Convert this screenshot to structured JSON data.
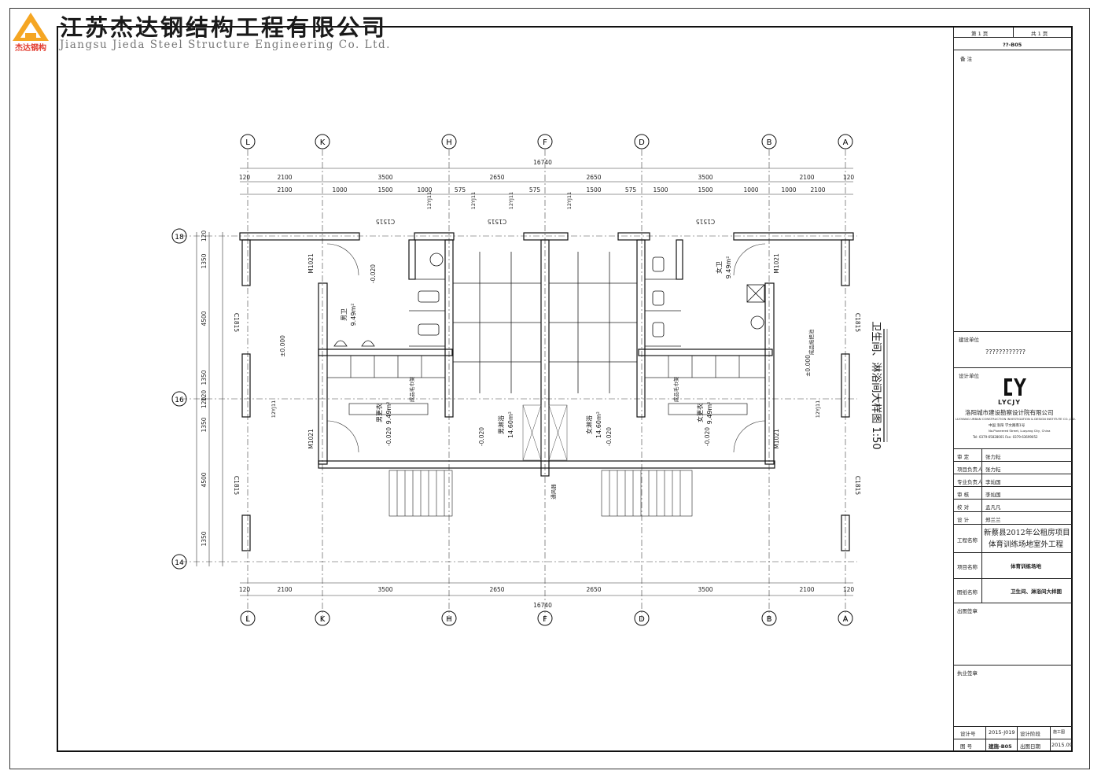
{
  "header": {
    "company_cn": "江苏杰达钢结构工程有限公司",
    "company_en": "Jiangsu Jieda Steel Structure Engineering Co. Ltd.",
    "logo_label": "杰达钢构",
    "logo_color": "#f5a623",
    "logo_accent": "#e23b2e"
  },
  "title_block": {
    "page_no_label": "第 1 页",
    "page_total_label": "共 1 页",
    "drawing_code": "??-B05",
    "remarks_label": "备 注",
    "client_label": "建设单位",
    "client_value": "????????????",
    "designer_label": "设计单位",
    "designer_logo": "LYCJY",
    "designer_name": "洛阳城市建设勘察设计院有限公司",
    "designer_name_en": "LUOYANG URBAN CONSTRUCTION INVESTIGATION & DESIGN INSTITUTE CO.,LTD.",
    "designer_addr_cn": "中国 洛阳 学文路南1号",
    "designer_addr_en": "No.Pioneered Street, Luoyang City, China",
    "designer_tel": "Tel: 0379-65828001     Fax: 0379-63699052",
    "staff": [
      {
        "role": "审  定",
        "name": "张力耘"
      },
      {
        "role": "项目负责人",
        "name": "张力耘"
      },
      {
        "role": "专业负责人",
        "name": "李灿国"
      },
      {
        "role": "审  核",
        "name": "李灿国"
      },
      {
        "role": "校  对",
        "name": "孟凡凡"
      },
      {
        "role": "设  计",
        "name": "郑兰兰"
      }
    ],
    "project_label": "工程名称",
    "project_value_1": "新蔡县2012年公租房项目",
    "project_value_2": "体育训练场地室外工程",
    "item_label": "项目名称",
    "item_value": "体育训练场地",
    "drawing_label": "图纸名称",
    "drawing_value": "卫生间、淋浴间大样图",
    "stamp_label": "出图签章",
    "license_label": "执业签章",
    "design_no_label": "设计号",
    "design_no_value": "2015-J019",
    "stage_label": "设计阶段",
    "stage_value": "施工图",
    "drawing_no_label": "图  号",
    "drawing_no_value": "建施-B05",
    "date_label": "出图日期",
    "date_value": "2015.09"
  },
  "plan": {
    "title": "卫生间、淋浴间大样图 1:50",
    "axes_top": [
      "L",
      "K",
      "H",
      "F",
      "D",
      "B",
      "A"
    ],
    "axes_left": [
      "18",
      "16",
      "14"
    ],
    "total_dim": "16740",
    "top_dims_outer": [
      "120",
      "2100",
      "3500",
      "2650",
      "2650",
      "3500",
      "2100",
      "120"
    ],
    "top_dims_inner": [
      "2100",
      "1000",
      "1500",
      "1000",
      "575",
      "575",
      "1500",
      "575",
      "1500",
      "1000",
      "1500",
      "1000",
      "2100"
    ],
    "left_dims": [
      "120",
      "1350",
      "4500",
      "1350",
      "120",
      "120",
      "1350",
      "4500",
      "1350"
    ],
    "rooms": [
      {
        "name": "男卫",
        "area": "9.49m²"
      },
      {
        "name": "女卫",
        "area": "9.49m²"
      },
      {
        "name": "男淋浴",
        "area": "14.60m²"
      },
      {
        "name": "女淋浴",
        "area": "14.60m²"
      },
      {
        "name": "男更衣",
        "area": "9.49m²"
      },
      {
        "name": "女更衣",
        "area": "9.49m²"
      }
    ],
    "windows": [
      "C1515",
      "C1515",
      "C1515",
      "C1815",
      "C1815",
      "C1815",
      "C1815"
    ],
    "doors": [
      "M1021",
      "M1021",
      "M1021",
      "M1021"
    ],
    "levels": [
      "±0.000",
      "-0.020",
      "-0.020",
      "-0.020",
      "-0.020",
      "-0.020",
      "±0.000"
    ],
    "notes": [
      "12YJ11",
      "成品毛巾架",
      "成品拖把池",
      "通风器"
    ]
  }
}
